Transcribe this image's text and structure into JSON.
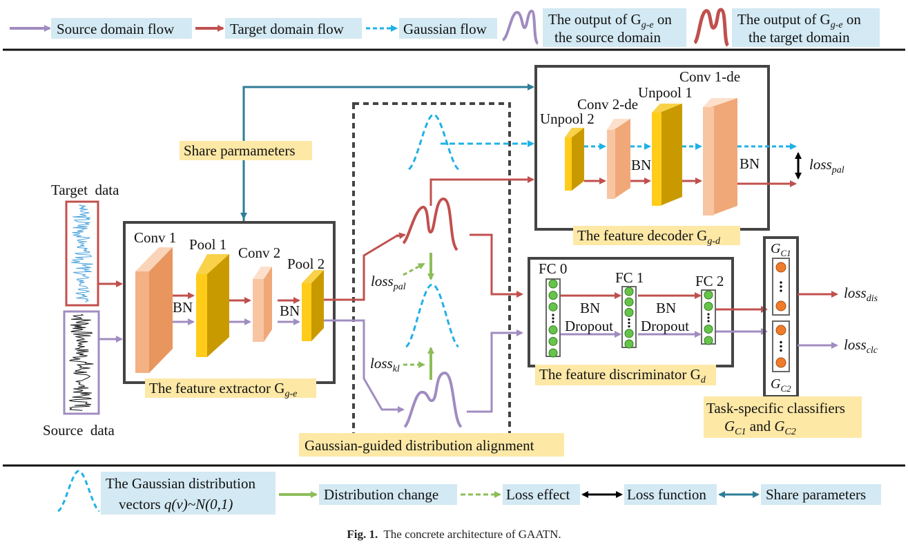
{
  "legend_top": {
    "source_flow": "Source domain flow",
    "target_flow": "Target domain flow",
    "gaussian_flow": "Gaussian flow",
    "output_source_l1": "The output of G",
    "output_source_sub": "g-e",
    "output_source_l1b": " on",
    "output_source_l2": "the source domain",
    "output_target_l1": "The output of G",
    "output_target_sub": "g-e",
    "output_target_l1b": " on",
    "output_target_l2": "the target domain"
  },
  "inputs": {
    "target": "Target  data",
    "source": "Source  data"
  },
  "share_params_label": "Share parmameters",
  "extractor": {
    "conv1": "Conv 1",
    "pool1": "Pool 1",
    "conv2": "Conv 2",
    "pool2": "Pool 2",
    "bn1": "BN",
    "bn2": "BN",
    "title": "The feature extractor G",
    "title_sub": "g-e"
  },
  "alignment": {
    "loss_pal": "loss",
    "loss_pal_sub": "pal",
    "loss_kl": "loss",
    "loss_kl_sub": "kl",
    "title": "Gaussian-guided distribution alignment"
  },
  "decoder": {
    "conv1de": "Conv 1-de",
    "unpool1": "Unpool 1",
    "conv2de": "Conv 2-de",
    "unpool2": "Unpool 2",
    "bn1": "BN",
    "bn2": "BN",
    "loss": "loss",
    "loss_sub": "pal",
    "title": "The feature decoder G",
    "title_sub": "g-d"
  },
  "discriminator": {
    "fc0": "FC 0",
    "fc1": "FC 1",
    "fc2": "FC 2",
    "bn1": "BN",
    "bn2": "BN",
    "dropout1": "Dropout",
    "dropout2": "Dropout",
    "title": "The feature discriminator G",
    "title_sub": "d"
  },
  "classifiers": {
    "gc1": "G",
    "gc1_sub": "C1",
    "gc2": "G",
    "gc2_sub": "C2",
    "loss_dis": "loss",
    "loss_dis_sub": "dis",
    "loss_clc": "loss",
    "loss_clc_sub": "clc",
    "title_l1": "Task-specific classifiers",
    "title_l2_a": "G",
    "title_l2_a_sub": "C1",
    "title_l2_mid": " and ",
    "title_l2_b": "G",
    "title_l2_b_sub": "C2"
  },
  "legend_bottom": {
    "gauss_l1": "The Gaussian distribution",
    "gauss_l2": "vectors q(v)~N(0,1)",
    "distribution_change": "Distribution change",
    "loss_effect": "Loss effect",
    "loss_function": "Loss function",
    "share_parameters": "Share parameters"
  },
  "caption": {
    "prefix": "Fig. 1.",
    "text": "The concrete architecture of GAATN."
  },
  "colors": {
    "source": "#a08cc0",
    "target": "#c0504d",
    "gaussian": "#1fb1e6",
    "share": "#2e7d96",
    "green": "#8cbd5a",
    "conv": "#f4b183",
    "pool": "#f5c518"
  }
}
